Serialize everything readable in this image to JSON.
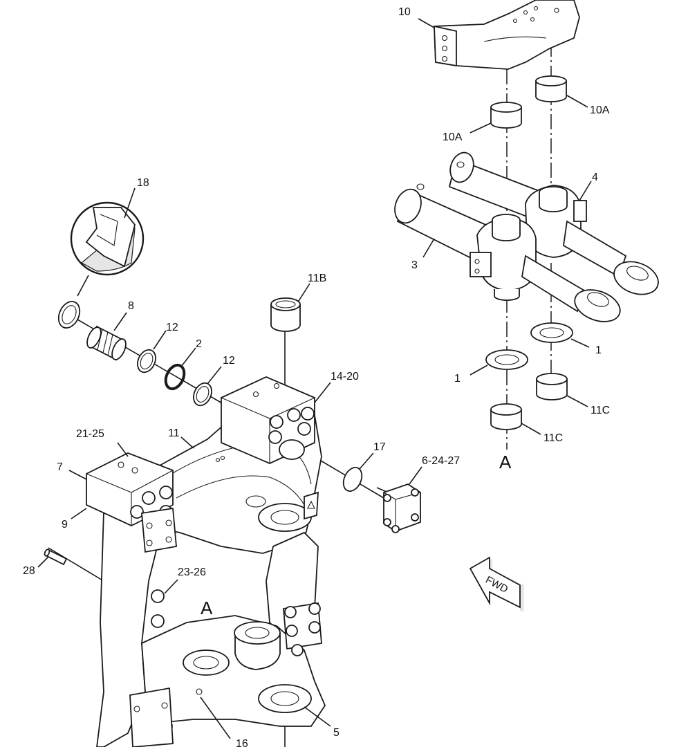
{
  "callouts": {
    "c10": "10",
    "c10a_right": "10A",
    "c10a_left": "10A",
    "c4": "4",
    "c3": "3",
    "c18": "18",
    "c11b": "11B",
    "c8": "8",
    "c12_a": "12",
    "c2": "2",
    "c12_b": "12",
    "c14_20": "14-20",
    "c1_right": "1",
    "c1_left": "1",
    "c11c_right": "11C",
    "c11c_left": "11C",
    "c21_25": "21-25",
    "c11": "11",
    "c17": "17",
    "c6_24_27": "6-24-27",
    "c7": "7",
    "c9": "9",
    "c28": "28",
    "c23_26": "23-26",
    "c5": "5",
    "c16": "16"
  },
  "view_markers": {
    "a_upper": "A",
    "a_lower": "A"
  },
  "direction_arrow": {
    "label": "FWD"
  }
}
